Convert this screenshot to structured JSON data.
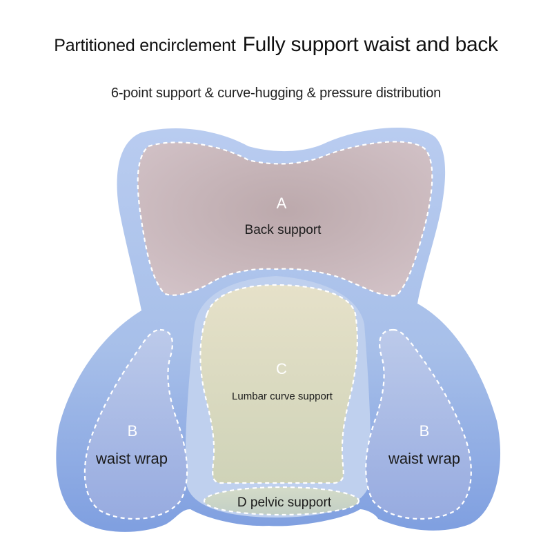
{
  "heading": {
    "part1": "Partitioned encirclement",
    "part2": "Fully support waist and back"
  },
  "subheading": "6-point support & curve-hugging & pressure distribution",
  "zones": {
    "back": {
      "letter": "A",
      "label": "Back support"
    },
    "lumbar": {
      "letter": "C",
      "label": "Lumbar curve support"
    },
    "waist_left": {
      "letter": "B",
      "label": "waist wrap"
    },
    "waist_right": {
      "letter": "B",
      "label": "waist wrap"
    },
    "pelvic": {
      "label": "D pelvic support"
    }
  },
  "colors": {
    "cushion": "#a9c1e8",
    "back_zone": "#cdbbbd",
    "lumbar_zone": "#dcdcc2",
    "waist_zone": "#aebde0",
    "stitch": "#ffffff"
  }
}
